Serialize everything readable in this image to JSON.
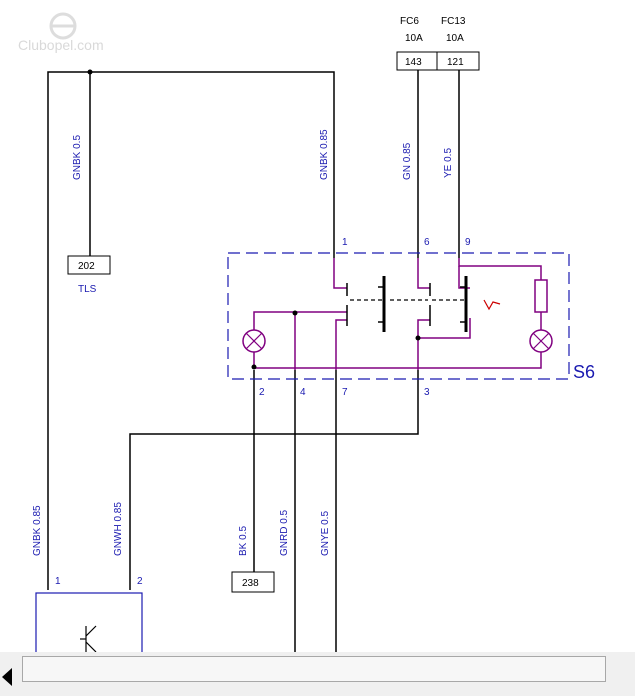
{
  "watermark": "Clubopel.com",
  "fuses": [
    {
      "name": "FC6",
      "rating": "10A",
      "terminal": "143"
    },
    {
      "name": "FC13",
      "rating": "10A",
      "terminal": "121"
    }
  ],
  "wires": {
    "top_left": "GNBK 0.5",
    "to_pin1": "GNBK 0.85",
    "to_pin6": "GN 0.85",
    "to_pin9": "YE 0.5",
    "left_lower": "GNBK 0.85",
    "to_module_pin2": "GNWH 0.85",
    "pin2_down": "BK 0.5",
    "pin4_down": "GNRD 0.5",
    "pin7_down": "GNYE 0.5"
  },
  "connectors": {
    "tls_number": "202",
    "tls_label": "TLS",
    "ground_number": "238"
  },
  "switch": {
    "label": "S6",
    "pins": {
      "p1": "1",
      "p6": "6",
      "p9": "9",
      "p2": "2",
      "p4": "4",
      "p7": "7",
      "p3": "3"
    }
  },
  "module": {
    "pin1": "1",
    "pin2": "2"
  },
  "colors": {
    "wire": "#000000",
    "internal": "#800080",
    "label": "#1a1ab0",
    "dashed_box": "#1a1ab0"
  }
}
